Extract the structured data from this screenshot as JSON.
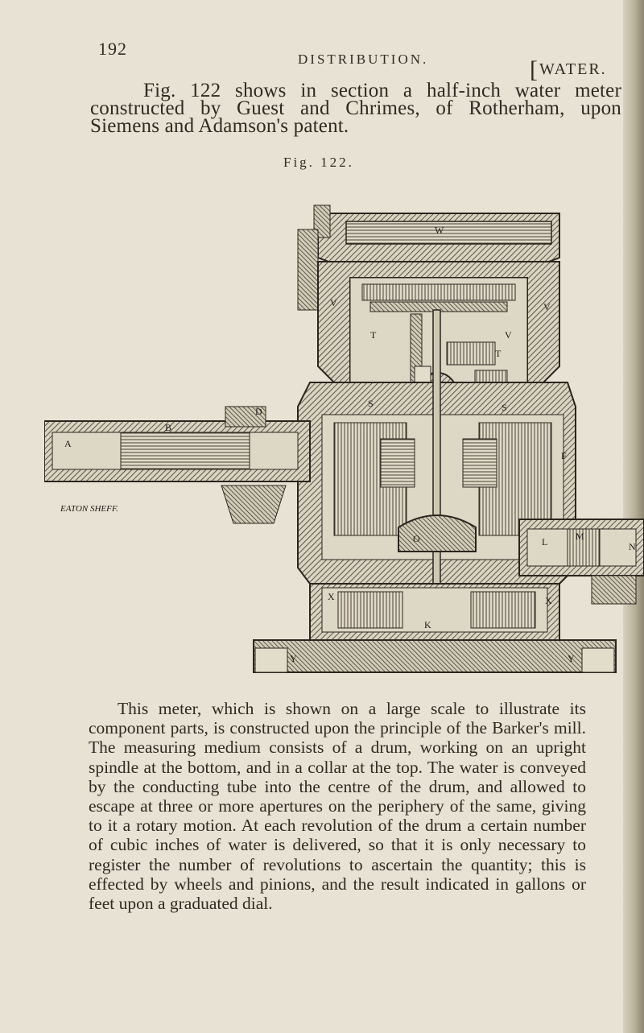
{
  "header": {
    "page_number": "192",
    "running_head": "DISTRIBUTION.",
    "section_tag": "WATER."
  },
  "intro_paragraph": "Fig. 122 shows in section a half-inch water meter constructed by Guest and Chrimes, of Rotherham, upon Siemens and Adamson's patent.",
  "figure": {
    "caption": "Fig. 122.",
    "engraver_signature": "EATON SHEFF.",
    "part_labels": [
      "W",
      "V",
      "V",
      "V",
      "T",
      "T",
      "B",
      "A",
      "D",
      "S",
      "S",
      "F",
      "L",
      "M",
      "N",
      "O",
      "X",
      "X",
      "K",
      "Y",
      "Y"
    ]
  },
  "body_paragraph": "This meter, which is shown on a large scale to illustrate its component parts, is constructed upon the principle of the Barker's mill. The measuring medium consists of a drum, working on an upright spindle at the bottom, and in a collar at the top. The water is conveyed by the conducting tube into the centre of the drum, and allowed to escape at three or more apertures on the periphery of the same, giving to it a rotary motion. At each revolution of the drum a certain number of cubic inches of water is delivered, so that it is only necessary to register the number of revolutions to ascertain the quantity; this is effected by wheels and pinions, and the result indicated in gallons or feet upon a graduated dial."
}
